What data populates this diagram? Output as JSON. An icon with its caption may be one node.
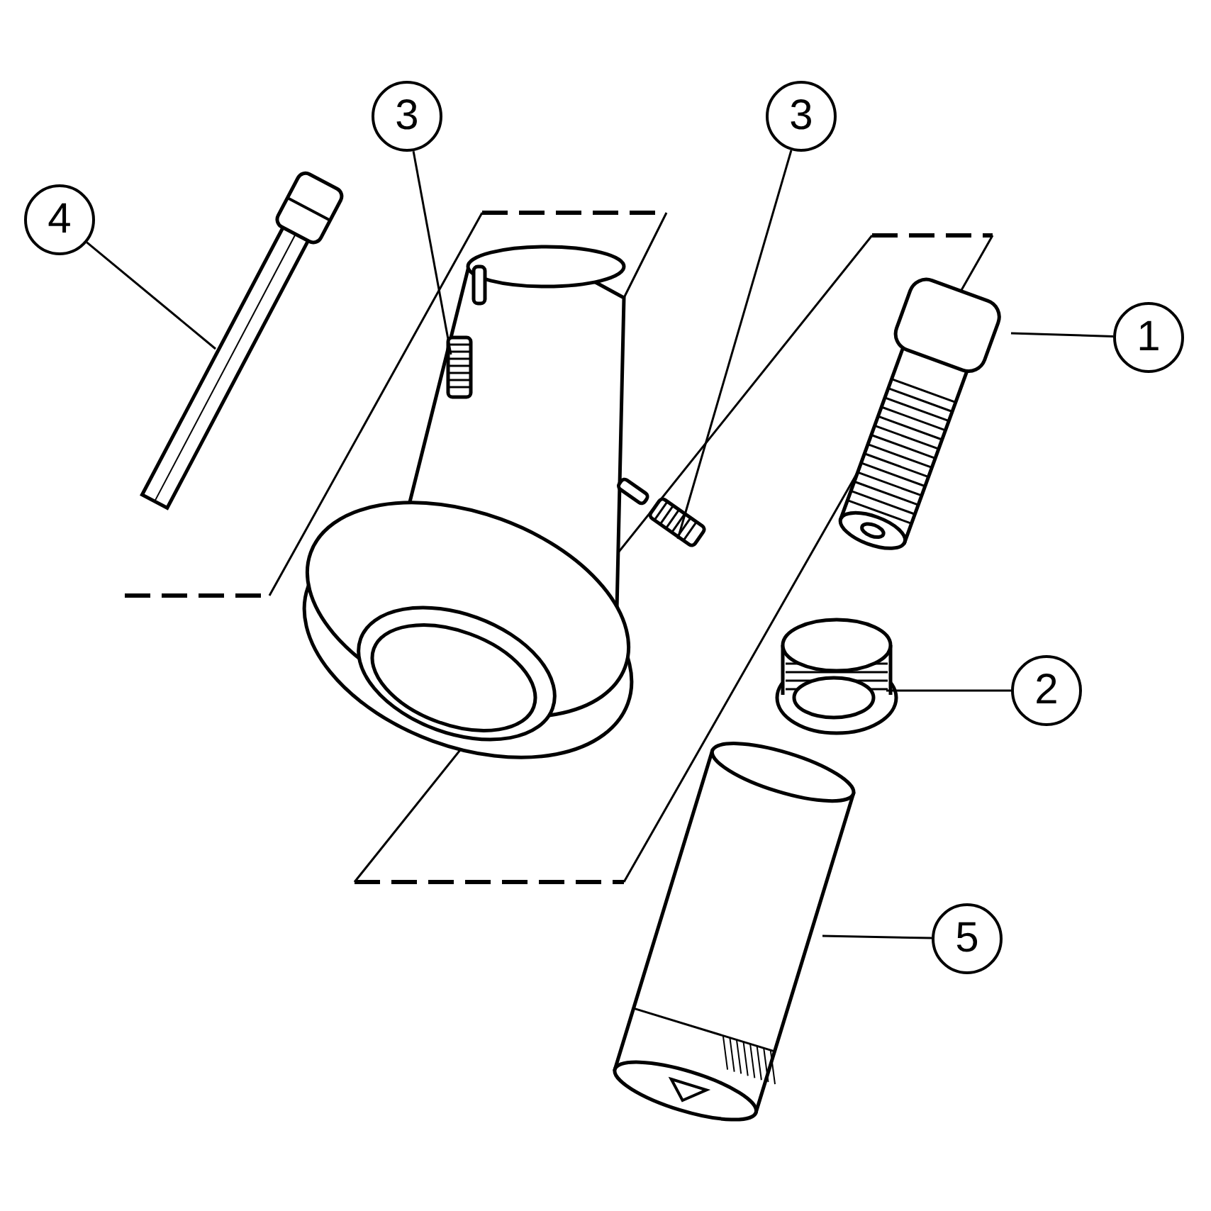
{
  "diagram": {
    "nodes": [
      {
        "text": [
          "3"
        ]
      },
      {
        "text": [
          "3"
        ]
      },
      {
        "text": [
          "4"
        ]
      },
      {
        "text": [],
        "shape": "picture"
      },
      {
        "text": [],
        "shape": "picture"
      },
      {
        "text": [
          "1"
        ]
      },
      {
        "text": [],
        "shape": "picture"
      },
      {
        "text": [],
        "shape": "picture"
      },
      {
        "text": [],
        "shape": "picture"
      },
      {
        "text": [
          "2"
        ]
      },
      {
        "text": [
          "5"
        ]
      },
      {
        "text": [],
        "shape": "picture"
      }
    ],
    "edges": [
      {
        "from": 2,
        "to": 3,
        "arrow": "none"
      },
      {
        "from": 0,
        "to": 4,
        "arrow": "none"
      },
      {
        "from": 1,
        "to": 7,
        "arrow": "none"
      },
      {
        "from": 5,
        "to": 6,
        "arrow": "none"
      },
      {
        "from": 9,
        "to": 8,
        "arrow": "none"
      },
      {
        "from": 10,
        "to": 11,
        "arrow": "none"
      }
    ]
  }
}
